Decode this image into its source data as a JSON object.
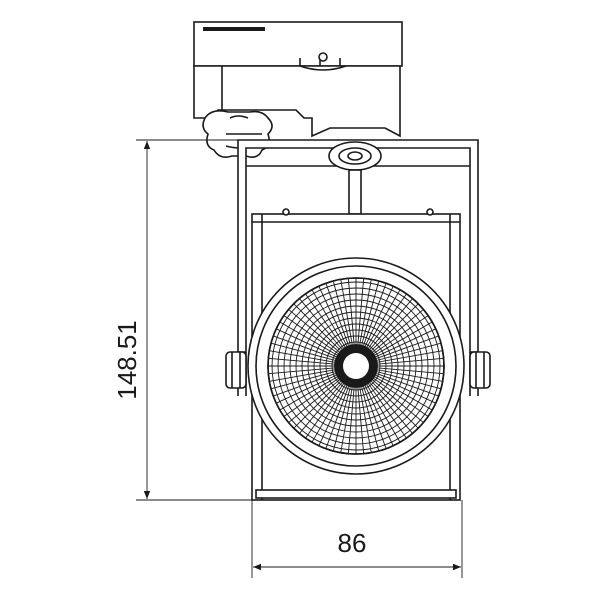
{
  "drawing": {
    "subject": "track-spotlight-front-view",
    "line_color": "#1a1a1a",
    "background": "#ffffff"
  },
  "dimensions": {
    "height_label": "148.51",
    "width_label": "86"
  }
}
